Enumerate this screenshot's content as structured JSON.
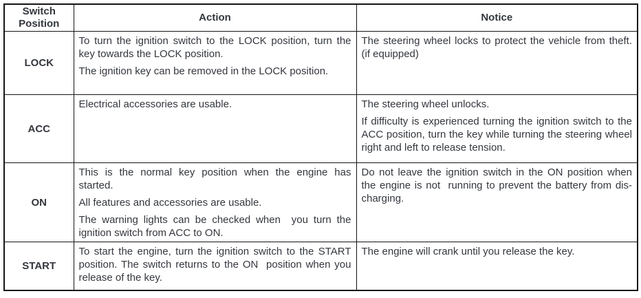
{
  "document": {
    "kind": "ignition-switch-table",
    "background_color": "#ffffff",
    "text_color": "#33373d",
    "border_color": "#141414"
  },
  "table": {
    "headers": [
      "Switch Position",
      "Action",
      "Notice"
    ],
    "rows": [
      {
        "position": "LOCK",
        "action": [
          "To turn the ignition switch to the LOCK position, turn the key towards the LOCK position.",
          "The ignition key can be removed in the LOCK position."
        ],
        "notice": [
          "The steering wheel locks to protect the vehicle from theft. (if equipped)"
        ]
      },
      {
        "position": "ACC",
        "action": [
          "Electrical accessories are usable."
        ],
        "notice": [
          "The steering wheel unlocks.",
          "If difficulty is experienced turning the ignition switch to the ACC position, turn the key while turning the steering wheel right and left to release tension."
        ]
      },
      {
        "position": "ON",
        "action": [
          "This is the normal key position when the engine has started.",
          "All features and accessories are usable.",
          "The warning lights can be checked when  you turn the ignition switch from ACC to ON."
        ],
        "notice": [
          "Do not leave the ignition switch in the ON position when the engine is not  running to prevent the battery from dis­charging."
        ]
      },
      {
        "position": "START",
        "action": [
          "To start the engine, turn the ignition switch to the START position. The switch returns to the ON  position when you release of the key."
        ],
        "notice": [
          "The engine will crank until you release the key."
        ]
      }
    ]
  }
}
